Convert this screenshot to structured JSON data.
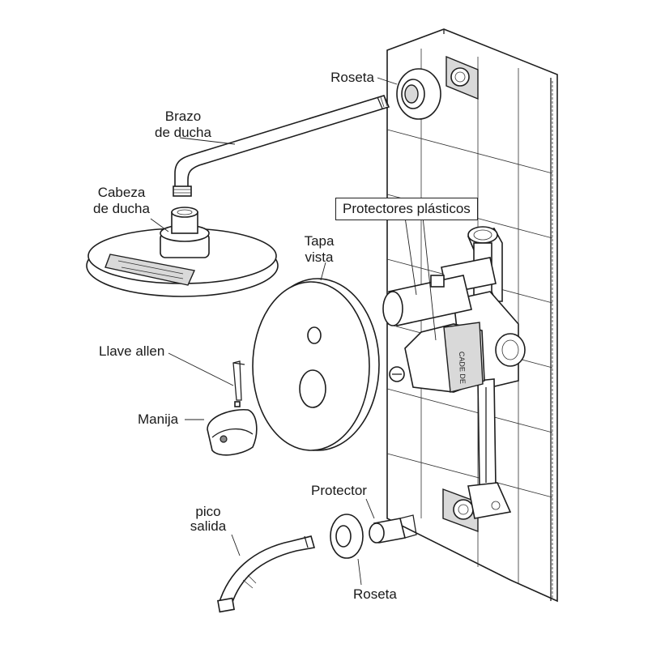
{
  "labels": {
    "roseta_top": "Roseta",
    "brazo_l1": "Brazo",
    "brazo_l2": "de ducha",
    "cabeza_l1": "Cabeza",
    "cabeza_l2": "de ducha",
    "protectores": "Protectores plásticos",
    "tapa_l1": "Tapa",
    "tapa_l2": "vista",
    "llave": "Llave allen",
    "manija": "Manija",
    "protector": "Protector",
    "pico_l1": "pico",
    "pico_l2": "salida",
    "roseta_bottom": "Roseta"
  },
  "valve_marking": "CADE DE",
  "colors": {
    "line": "#1d1d1d",
    "shade": "#d9d9d9",
    "background": "#ffffff"
  }
}
